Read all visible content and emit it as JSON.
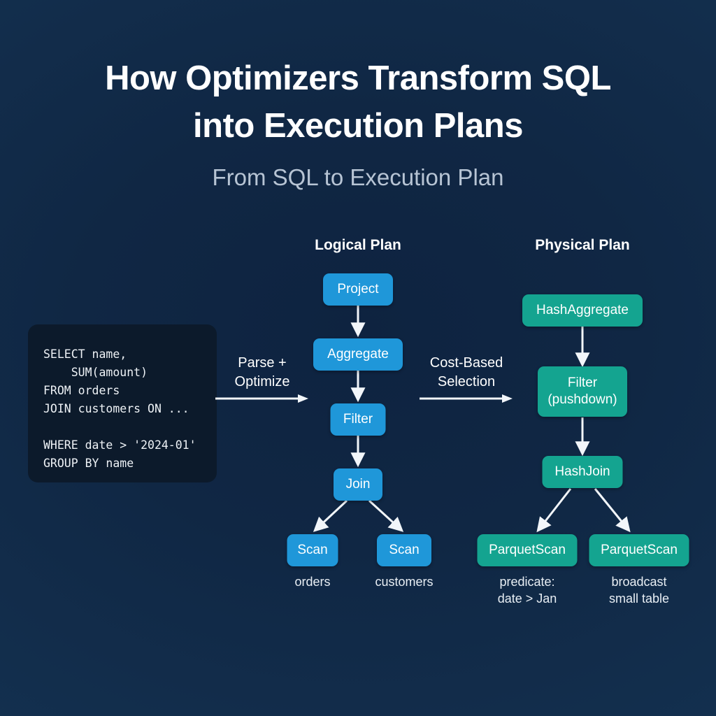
{
  "header": {
    "title_line1": "How Optimizers Transform SQL",
    "title_line2": "into Execution Plans",
    "subtitle": "From SQL to Execution Plan"
  },
  "colors": {
    "background_top": "#14304f",
    "background_center": "#0e2340",
    "logical_node": "#1f97d9",
    "physical_node": "#14a490",
    "code_background": "#0c1a2b",
    "title_text": "#ffffff",
    "subtitle_text": "#b7c4d4",
    "arrow": "#f2f6fa"
  },
  "code_block": {
    "name": "sql-query",
    "text": "SELECT name,\n    SUM(amount)\nFROM orders\nJOIN customers ON ...\n\nWHERE date > '2024-01'\nGROUP BY name"
  },
  "transitions": [
    {
      "label": "Parse +\nOptimize"
    },
    {
      "label": "Cost-Based\nSelection"
    }
  ],
  "columns": [
    {
      "heading": "Logical Plan",
      "nodes": [
        {
          "label": "Project",
          "caption": ""
        },
        {
          "label": "Aggregate",
          "caption": ""
        },
        {
          "label": "Filter",
          "caption": ""
        },
        {
          "label": "Join",
          "caption": ""
        },
        {
          "label": "Scan",
          "caption": "orders"
        },
        {
          "label": "Scan",
          "caption": "customers"
        }
      ]
    },
    {
      "heading": "Physical Plan",
      "nodes": [
        {
          "label": "HashAggregate",
          "caption": ""
        },
        {
          "label": "Filter\n(pushdown)",
          "caption": ""
        },
        {
          "label": "HashJoin",
          "caption": ""
        },
        {
          "label": "ParquetScan",
          "caption": "predicate:\ndate > Jan"
        },
        {
          "label": "ParquetScan",
          "caption": "broadcast\nsmall table"
        }
      ]
    }
  ]
}
